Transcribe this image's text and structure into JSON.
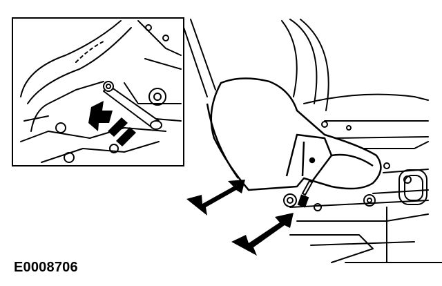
{
  "figure": {
    "figure_id": "E0008706",
    "colors": {
      "line": "#000000",
      "background": "#ffffff"
    },
    "callout_arrow_count": 2,
    "inset_arrow_count": 1
  }
}
